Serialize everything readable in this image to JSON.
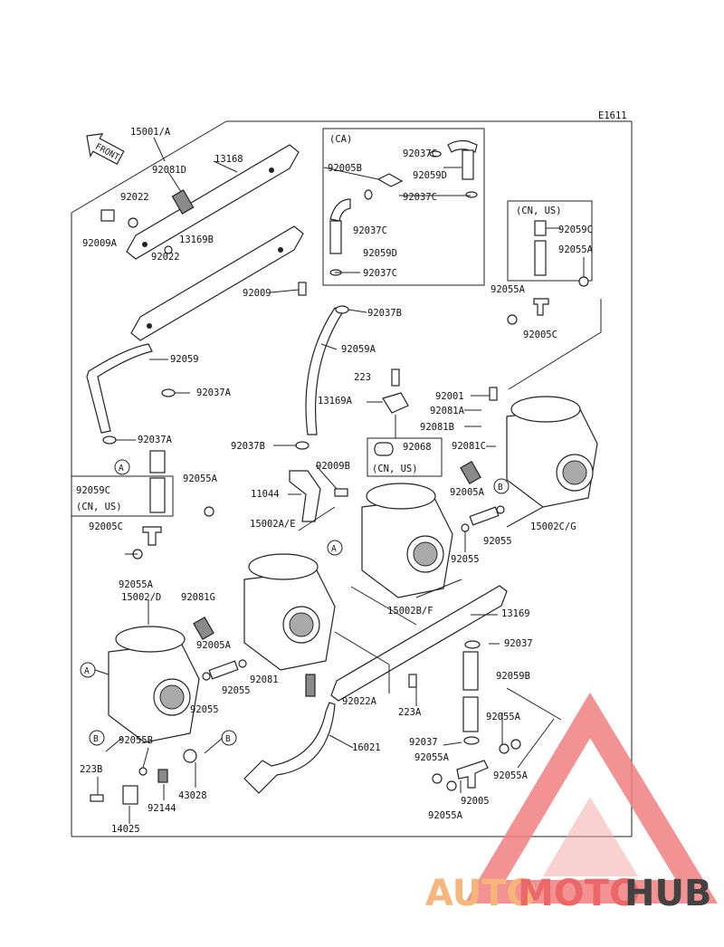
{
  "diagram_code": "E1611",
  "front_label": "FRONT",
  "parts": {
    "p15001A": "15001/A",
    "p13168": "13168",
    "p92081D": "92081D",
    "p92022a": "92022",
    "p92009A": "92009A",
    "p92022b": "92022",
    "p13169B": "13169B",
    "p92009": "92009",
    "p92037B_top": "92037B",
    "p92059": "92059",
    "p92037A_a": "92037A",
    "p92059A": "92059A",
    "p92037A_b": "92037A",
    "p223": "223",
    "p13169A": "13169A",
    "p92001": "92001",
    "p92081A": "92081A",
    "p92081B": "92081B",
    "p92068": "92068",
    "p92068_region": "(CN, US)",
    "p92081C": "92081C",
    "p92037B_bot": "92037B",
    "p92009B": "92009B",
    "p92055A_l": "92055A",
    "p92059C_l": "92059C",
    "p92059C_l_region": "(CN, US)",
    "p11044": "11044",
    "p15002AE": "15002A/E",
    "p92005C_l": "92005C",
    "p92055A_l2": "92055A",
    "p15002D": "15002/D",
    "p92081G": "92081G",
    "p92005A_r": "92005A",
    "p15002CG": "15002C/G",
    "p92055_r1": "92055",
    "p92055_r2": "92055",
    "p15002BF": "15002B/F",
    "p13169": "13169",
    "p92037": "92037",
    "p92005A_l": "92005A",
    "p92055_m1": "92055",
    "p92055_m2": "92055",
    "p92081": "92081",
    "p92022A": "92022A",
    "p223A": "223A",
    "p92059B": "92059B",
    "p92055B": "92055B",
    "p92055A_r1": "92055A",
    "p92037_b": "92037",
    "p16021": "16021",
    "p92055A_r2": "92055A",
    "p92055A_r3": "92055A",
    "p92005": "92005",
    "p223B": "223B",
    "p92144": "92144",
    "p43028": "43028",
    "p92055A_r4": "92055A",
    "p14025": "14025"
  },
  "ca_box": {
    "region": "(CA)",
    "p92037C_a": "92037C",
    "p92005B": "92005B",
    "p92059D_a": "92059D",
    "p92037C_b": "92037C",
    "p92037C_c": "92037C",
    "p92059D_b": "92059D",
    "p92037C_d": "92037C"
  },
  "cnus_box": {
    "region": "(CN, US)",
    "p92059C": "92059C",
    "p92055A_a": "92055A",
    "p92055A_b": "92055A",
    "p92005C": "92005C"
  },
  "callouts": {
    "A": "A",
    "B": "B"
  },
  "watermark": {
    "text_a": "AUTO",
    "text_b": "MOTO",
    "text_c": "HUB",
    "color_a": "#f5a962",
    "color_b": "#e94d4d",
    "color_c": "#222222"
  }
}
